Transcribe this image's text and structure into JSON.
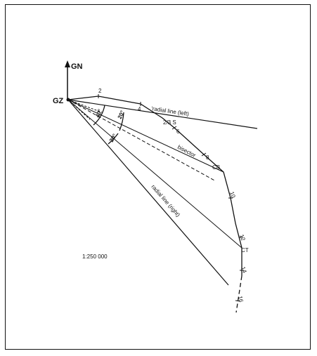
{
  "diagram": {
    "north_label": "GN",
    "origin_label": "GZ",
    "scale_text": "1:250 000",
    "left_radial_label": "'radial line (left)",
    "right_radial_label": "radial line (right)",
    "bisector_label": "bisector",
    "angle_left": "20°",
    "angle_center": "40°",
    "angle_right": "20°",
    "track_labels": {
      "t2": "2",
      "t4": "4",
      "t23s": "2/3 S",
      "t6": "6",
      "t8": "8",
      "cb": "CB",
      "t10": "10",
      "t12": "12",
      "ct": "CT",
      "t14": "14",
      "t16": "16"
    },
    "colors": {
      "ink": "#111111",
      "background": "#ffffff"
    }
  }
}
